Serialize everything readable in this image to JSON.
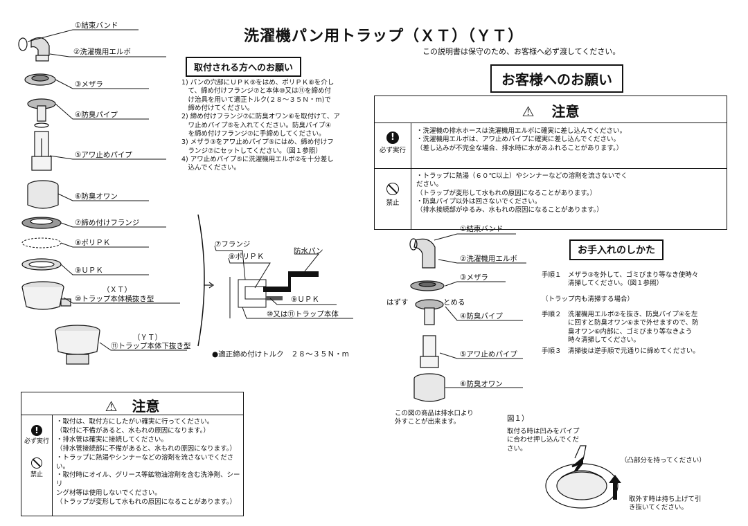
{
  "title": "洗濯機パン用トラップ（ＸＴ）（ＹＴ）",
  "parts_left": [
    "①結束バンド",
    "②洗濯機用エルボ",
    "③メザラ",
    "④防臭パイプ",
    "⑤アワ止めパイプ",
    "⑥防臭オワン",
    "⑦締め付けフランジ",
    "⑧ポリＰＫ",
    "⑨ＵＰＫ",
    "（ＸＴ）",
    "⑩トラップ本体横抜き型",
    "（ＹＴ）",
    "⑪トラップ本体下抜き型"
  ],
  "install": {
    "heading": "取付される方へのお願い",
    "items": [
      "1) パンの穴部にＵＰＫ⑨をはめ、ポリＰＫ⑧を介し",
      "　て、締め付けフランジ⑦と本体⑩又は⑪を締め付",
      "　け治具を用いて適正トルク(２８～３５Ｎ・m)で",
      "　締め付けてください。",
      "2) 締め付けフランジ⑦に防臭オワン⑥を取付けて、ア",
      "　ワ止めパイプ⑤を入れてください。防臭パイプ④",
      "　を締め付けフランジ⑦に手締めしてください。",
      "3) メザラ③をアワ止めパイプ⑤にはめ、締め付けフ",
      "　ランジ⑦にセットしてください。（図１参照）",
      "4) アワ止めパイプ⑤に洗濯機用エルボ②を十分差し",
      "　込んでください。"
    ]
  },
  "cross_section": {
    "labels": [
      "⑦フランジ",
      "⑧ポリＰＫ",
      "防水パン",
      "⑨ＵＰＫ",
      "⑩又は⑪トラップ本体"
    ],
    "torque": "●適正締め付けトルク　２８～３５Ｎ・m"
  },
  "customer": {
    "notice": "この説明書は保守のため、お客様へ必ず渡してください。",
    "heading": "お客様へのお願い",
    "caution_title": "注意",
    "must_label": "必ず実行",
    "must_lines": [
      "・洗濯機の排水ホースは洗濯機用エルボに確実に差し込んでください。",
      "・洗濯機用エルボは、アワ止めパイプに確実に差し込んでください。",
      "（差し込みが不完全な場合、排水時に水があふれることがあります。）"
    ],
    "prohibit_label": "禁止",
    "prohibit_lines": [
      "・トラップに熱湯（６０℃以上）やシンナーなどの溶剤を流さないでく",
      "ださい。",
      "（トラップが変形して水もれの原因になることがあります。）",
      "・防臭パイプ以外は回さないでください。",
      "（排水接続部がゆるみ、水もれの原因になることがあります。）"
    ]
  },
  "parts_right": [
    "①結束バンド",
    "②洗濯機用エルボ",
    "③メザラ",
    "④防臭パイプ",
    "⑤アワ止めパイプ",
    "⑥防臭オワン"
  ],
  "remove_label": "はずす",
  "attach_label": "とめる",
  "detach_note": [
    "この図の商品は排水口より",
    "外すことが出来ます。"
  ],
  "care": {
    "heading": "お手入れのしかた",
    "steps": [
      {
        "label": "手順１",
        "lines": [
          "メザラ③を外して、ゴミびまり等なき使時々",
          "清掃してください。（図１参照）"
        ]
      },
      {
        "label": "",
        "lines": [
          "（トラップ内も清掃する場合）"
        ]
      },
      {
        "label": "手順２",
        "lines": [
          "洗濯機用エルボ②を抜き、防臭パイプ④を左",
          "に回すと防臭オワン⑥まで外せますので、防",
          "臭オワン⑥内部に、ゴミびまり等なきよう",
          "時々清掃してください。"
        ]
      },
      {
        "label": "手順３",
        "lines": [
          "清掃後は逆手順で元通りに締めてください。"
        ]
      }
    ]
  },
  "fig1": {
    "title": "図１）",
    "lines": [
      "取付る時は凹みをパイプ",
      "に合わせ押し込んでくだ",
      "さい。"
    ],
    "grip": "（凸部分を持ってください）",
    "pull": [
      "取外す時は持ち上げて引",
      "き抜いてください。"
    ]
  },
  "bottom_caution": {
    "title": "注意",
    "must_label": "必ず実行",
    "prohibit_label": "禁止",
    "lines": [
      "・取付は、取付方にしたがい確実に行ってください。",
      "（取付に不備があると、水もれの原因になります。）",
      "・排水管は確実に接続してください。",
      "（排水管接続部に不備があると、水もれの原因になります。）",
      "・トラップに熱湯やシンナーなどの溶剤を流さないでください。",
      "・取付時にオイル、グリース等鉱物油溶剤を含む洗浄剤、シーリ",
      "ング材等は使用しないでください。",
      "（トラップが変形して水もれの原因になることがあります。）"
    ]
  }
}
